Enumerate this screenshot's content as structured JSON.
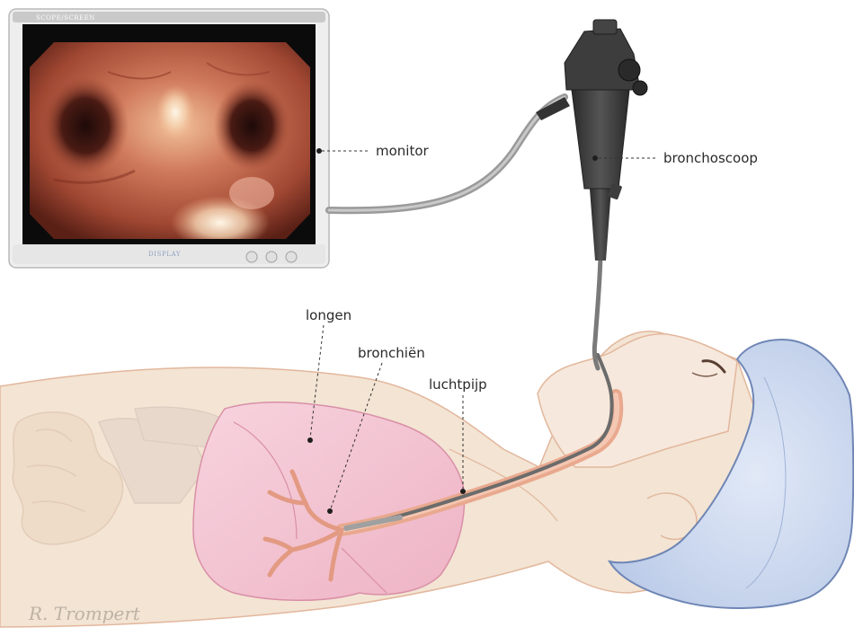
{
  "labels": {
    "monitor": "monitor",
    "bronchoscope": "bronchoscoop",
    "lungs": "longen",
    "bronchi": "bronchiën",
    "trachea": "luchtpijp"
  },
  "monitor_bezel": {
    "top_text": "SCOPE/SCREEN",
    "brand_text": "DISPLAY"
  },
  "signature": "R. Trompert",
  "colors": {
    "skin": "#f3e4d4",
    "skin_outline": "#e2b79c",
    "lung": "#f2c2d0",
    "lung_outline": "#d98fa6",
    "cap": "#cfdbf0",
    "cap_outline": "#6f86b5",
    "scope_body": "#3a3a3a",
    "cable": "#a8a8a8",
    "monitor_frame": "#eeeeee",
    "endoscopy_tissue": "#b5563f"
  }
}
